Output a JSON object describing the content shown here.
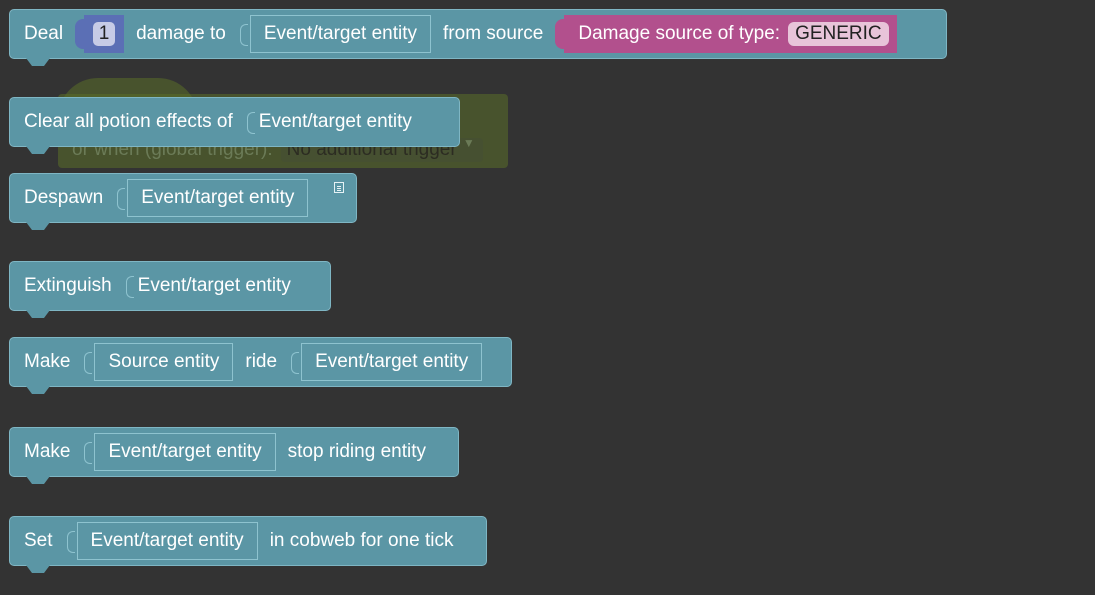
{
  "trigger_ghost": {
    "label": "or when (global trigger):",
    "dropdown_value": "No additional trigger"
  },
  "blocks": [
    {
      "deal": "Deal",
      "amount": "1",
      "damage_to": "damage to",
      "target": "Event/target entity",
      "from_source": "from source",
      "damage_source_label": "Damage source of type:",
      "damage_type": "GENERIC"
    },
    {
      "label": "Clear all potion effects of",
      "target": "Event/target entity"
    },
    {
      "label": "Despawn",
      "target": "Event/target entity"
    },
    {
      "label": "Extinguish",
      "target": "Event/target entity"
    },
    {
      "label": "Make",
      "source": "Source entity",
      "middle": "ride",
      "target": "Event/target entity"
    },
    {
      "label": "Make",
      "target": "Event/target entity",
      "suffix": "stop riding entity"
    },
    {
      "label": "Set",
      "target": "Event/target entity",
      "suffix": "in cobweb for one tick"
    }
  ],
  "colors": {
    "workspace_bg": "#333333",
    "entity_block": "#5b96a5",
    "number_block": "#5b6fb5",
    "damage_source_block": "#b2508d",
    "trigger_block": "#5a6e28"
  },
  "icons": {
    "comment": "comment-icon"
  }
}
